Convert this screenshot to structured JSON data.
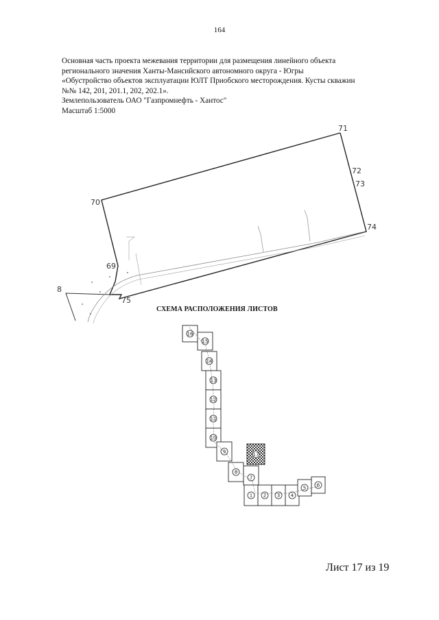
{
  "page_number": "164",
  "header_lines": [
    "Основная часть проекта межевания территории для размещения линейного объекта",
    "регионального значения Ханты-Мансийского автономного округа - Югры",
    "«Обустройство объектов эксплуатации ЮЛТ Приобского месторождения. Кусты скважин",
    "№№ 142, 201, 201.1, 202, 202.1».",
    "Землепользователь ОАО \"Газпромнефть - Хантос\"",
    "Масштаб 1:5000"
  ],
  "plan_points": {
    "p71": "71",
    "p72": "72",
    "p73": "73",
    "p74": "74",
    "p70": "70",
    "p69": "69",
    "p8": "8",
    "p75": "75"
  },
  "scheme_title": "СХЕМА РАСПОЛОЖЕНИЯ ЛИСТОВ",
  "scheme_sheets": [
    {
      "label": "16"
    },
    {
      "label": "15"
    },
    {
      "label": "14"
    },
    {
      "label": "13"
    },
    {
      "label": "12"
    },
    {
      "label": "11"
    },
    {
      "label": "10"
    },
    {
      "label": "9"
    },
    {
      "label": "8"
    },
    {
      "label": "7"
    },
    {
      "label": "17",
      "highlighted": true
    },
    {
      "label": "1"
    },
    {
      "label": "2"
    },
    {
      "label": "3"
    },
    {
      "label": "4"
    },
    {
      "label": "5"
    },
    {
      "label": "6"
    }
  ],
  "sheet_label": "Лист 17 из 19"
}
